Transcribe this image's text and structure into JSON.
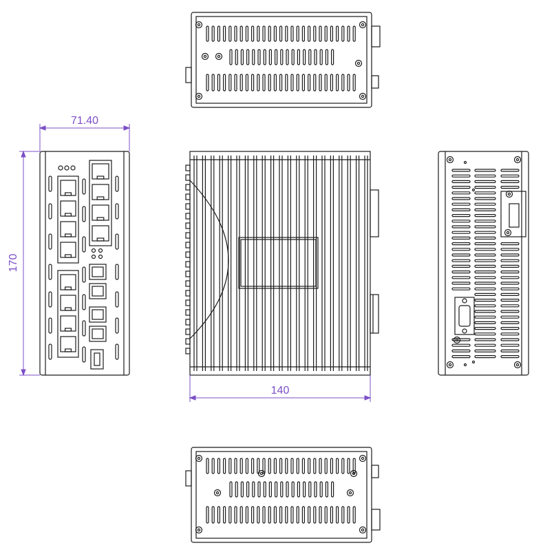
{
  "colors": {
    "line": "#1a1a1a",
    "dimension": "#7b4fc7",
    "background": "#ffffff"
  },
  "dimensions": {
    "width": "71.40",
    "height": "170",
    "depth": "140"
  }
}
